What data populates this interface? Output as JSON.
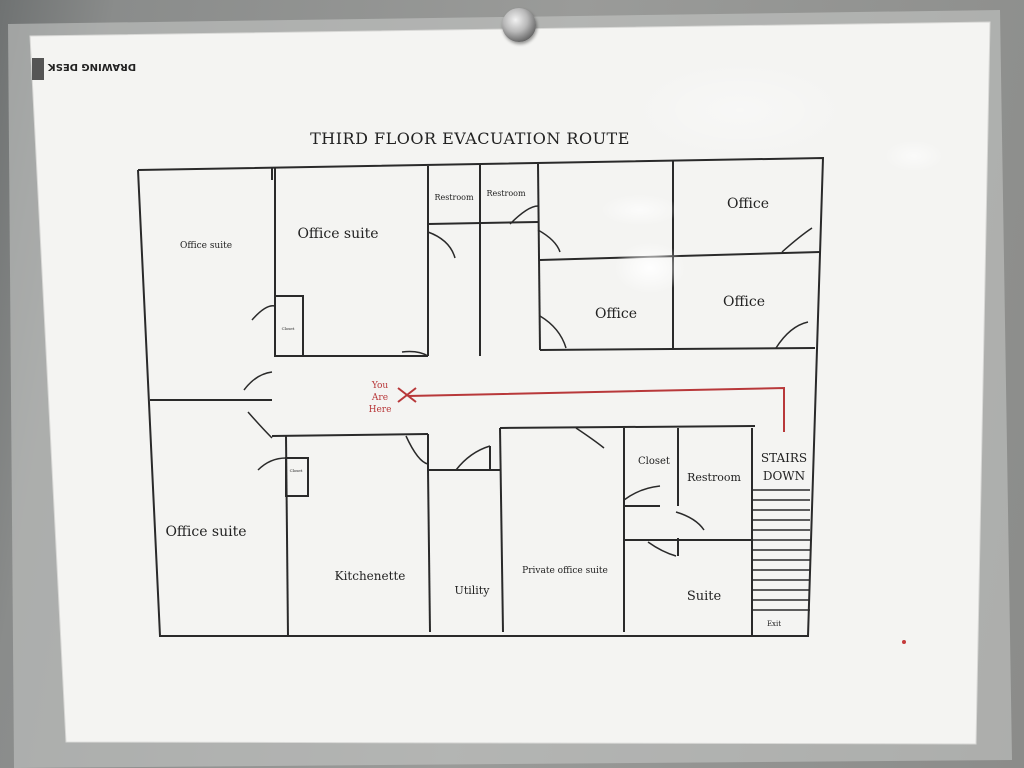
{
  "header_logo": "DRAWING DESK",
  "title": "THIRD FLOOR EVACUATION ROUTE",
  "rooms": {
    "office_suite_nw_small": "Office suite",
    "office_suite_n": "Office suite",
    "restroom_1": "Restroom",
    "restroom_2": "Restroom",
    "office_ne": "Office",
    "office_mid1": "Office",
    "office_mid2": "Office",
    "closet_w": "Closet",
    "closet_sw": "Closet",
    "office_suite_sw": "Office suite",
    "kitchenette": "Kitchenette",
    "utility": "Utility",
    "private_office_suite": "Private office suite",
    "closet_se": "Closet",
    "restroom_se": "Restroom",
    "suite": "Suite"
  },
  "you_are_here": [
    "You",
    "Are",
    "Here"
  ],
  "stairs": [
    "STAIRS",
    "DOWN"
  ],
  "exit": "Exit",
  "colors": {
    "paper": "#f4f4f2",
    "line": "#2a2a2a",
    "route": "#b8383a",
    "backdrop": "#8a8c8b"
  }
}
